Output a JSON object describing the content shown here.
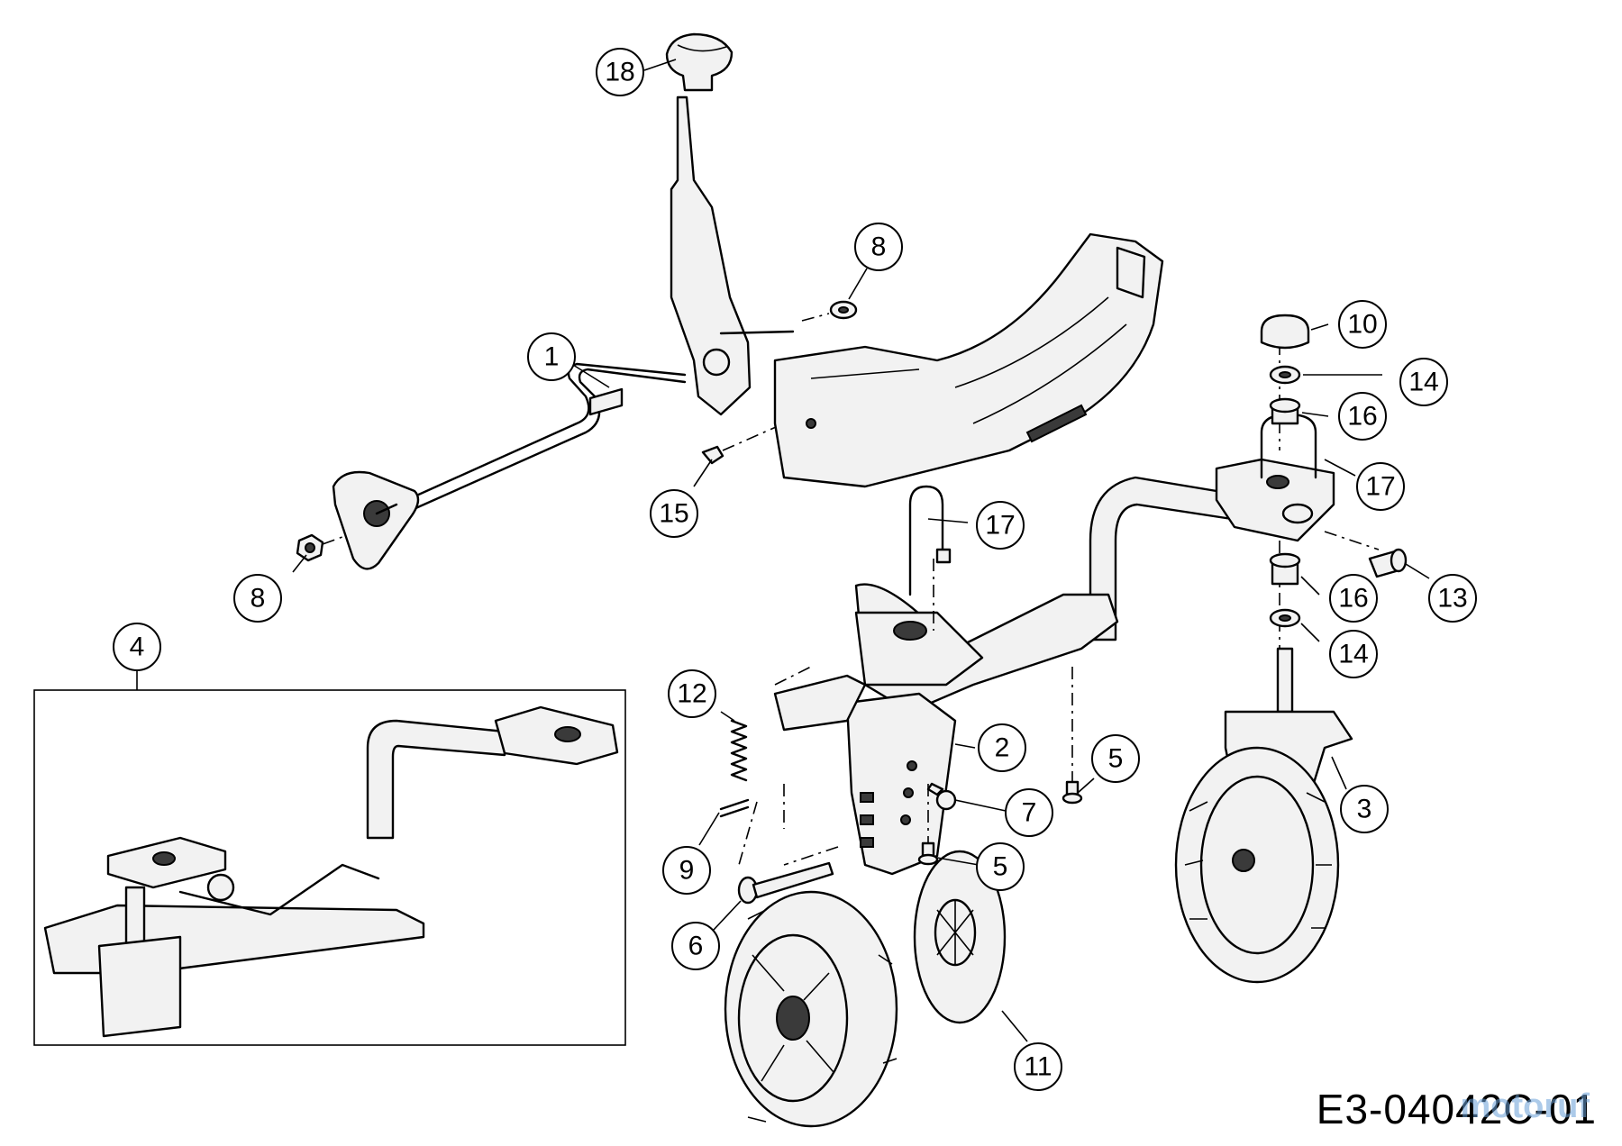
{
  "drawing_code": "E3-04042C-01",
  "watermark": "motoruf",
  "callouts": [
    {
      "id": "c18",
      "label": "18"
    },
    {
      "id": "c8a",
      "label": "8"
    },
    {
      "id": "c1",
      "label": "1"
    },
    {
      "id": "c15",
      "label": "15"
    },
    {
      "id": "c8b",
      "label": "8"
    },
    {
      "id": "c17a",
      "label": "17"
    },
    {
      "id": "c10",
      "label": "10"
    },
    {
      "id": "c14a",
      "label": "14"
    },
    {
      "id": "c16a",
      "label": "16"
    },
    {
      "id": "c17b",
      "label": "17"
    },
    {
      "id": "c13",
      "label": "13"
    },
    {
      "id": "c16b",
      "label": "16"
    },
    {
      "id": "c14b",
      "label": "14"
    },
    {
      "id": "c4",
      "label": "4"
    },
    {
      "id": "c12",
      "label": "12"
    },
    {
      "id": "c2",
      "label": "2"
    },
    {
      "id": "c5a",
      "label": "5"
    },
    {
      "id": "c7",
      "label": "7"
    },
    {
      "id": "c3",
      "label": "3"
    },
    {
      "id": "c5b",
      "label": "5"
    },
    {
      "id": "c9",
      "label": "9"
    },
    {
      "id": "c6",
      "label": "6"
    },
    {
      "id": "c11",
      "label": "11"
    }
  ]
}
